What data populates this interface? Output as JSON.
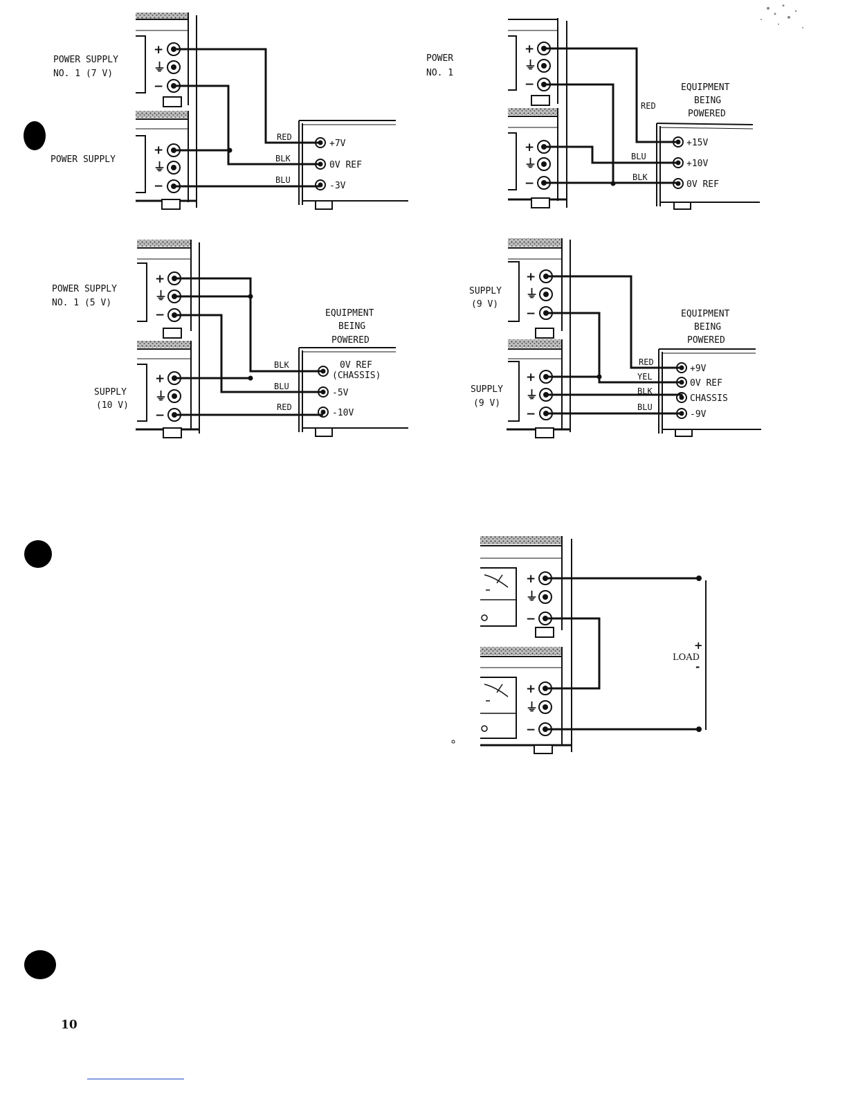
{
  "diagram1": {
    "supply1_label": [
      "POWER SUPPLY",
      "NO. 1 (7 V)"
    ],
    "supply2_label": [
      "POWER SUPPLY"
    ],
    "terminal_symbols": [
      "+",
      "⏚",
      "−"
    ],
    "wires": [
      "RED",
      "BLK",
      "BLU"
    ],
    "terminals": [
      "+7V",
      "0V REF",
      "-3V"
    ]
  },
  "diagram2": {
    "supply1_label": [
      "POWER",
      "NO. 1"
    ],
    "equipment_label": [
      "EQUIPMENT",
      "BEING",
      "POWERED"
    ],
    "terminal_symbols": [
      "+",
      "⏚",
      "−"
    ],
    "wires": [
      "RED",
      "BLU",
      "BLK"
    ],
    "terminals": [
      "+15V",
      "+10V",
      "0V REF"
    ]
  },
  "diagram3": {
    "supply1_label": [
      "POWER SUPPLY",
      "NO. 1 (5 V)"
    ],
    "supply2_label": [
      "SUPPLY",
      "(10 V)"
    ],
    "equipment_label": [
      "EQUIPMENT",
      "BEING",
      "POWERED"
    ],
    "terminal_symbols": [
      "+",
      "⏚",
      "−"
    ],
    "wires": [
      "BLK",
      "BLU",
      "RED"
    ],
    "terminals": [
      "0V REF",
      "(CHASSIS)",
      "-5V",
      "-10V"
    ]
  },
  "diagram4": {
    "supply1_label": [
      "SUPPLY",
      "(9 V)"
    ],
    "supply2_label": [
      "SUPPLY",
      "(9 V)"
    ],
    "equipment_label": [
      "EQUIPMENT",
      "BEING",
      "POWERED"
    ],
    "terminal_symbols": [
      "+",
      "⏚",
      "−"
    ],
    "wires": [
      "RED",
      "YEL",
      "BLK",
      "BLU"
    ],
    "terminals": [
      "+9V",
      "0V REF",
      "CHASSIS",
      "-9V"
    ]
  },
  "diagram5": {
    "terminal_symbols": [
      "+",
      "⏚",
      "−"
    ],
    "load_label": "LOAD",
    "load_plus": "+",
    "load_minus": "-"
  },
  "page_number": "10"
}
